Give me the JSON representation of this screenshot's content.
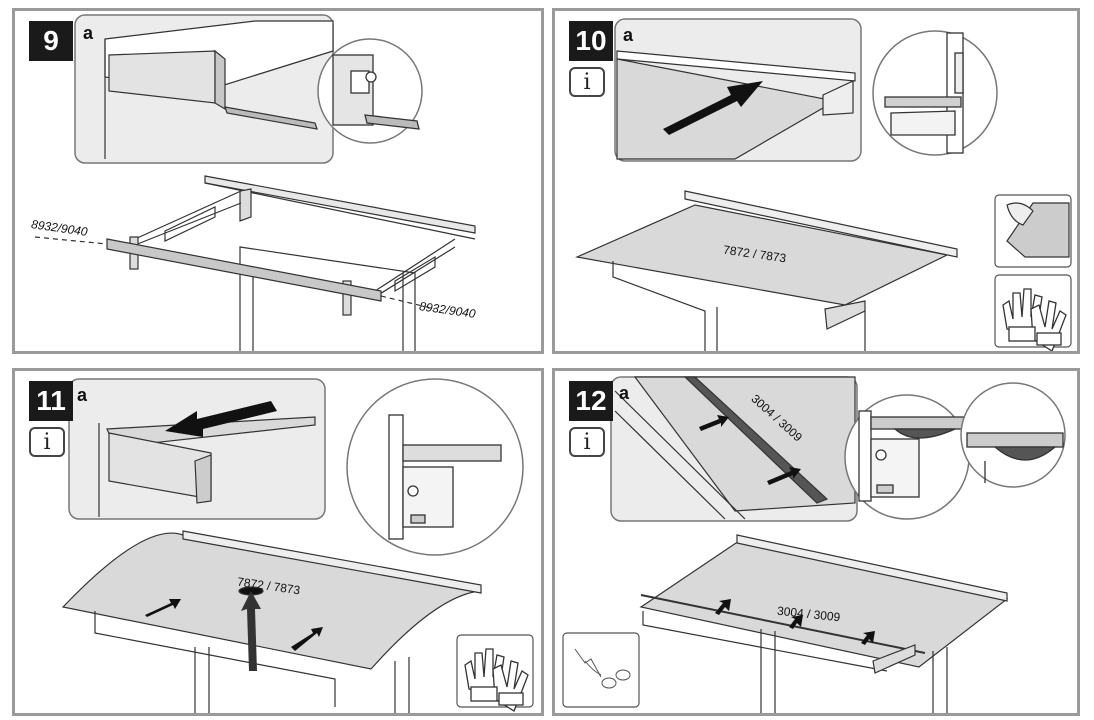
{
  "steps": [
    {
      "number": "9",
      "sub_label": "a",
      "has_info": false,
      "part_labels": [
        "8932/9040",
        "8932/9040"
      ]
    },
    {
      "number": "10",
      "sub_label": "a",
      "has_info": true,
      "part_labels": [
        "7872 / 7873"
      ]
    },
    {
      "number": "11",
      "sub_label": "a",
      "has_info": true,
      "part_labels": [
        "7872 / 7873"
      ]
    },
    {
      "number": "12",
      "sub_label": "a",
      "has_info": true,
      "part_labels": [
        "3004 / 3009",
        "3004 / 3009"
      ]
    }
  ],
  "info_glyph": "i",
  "icons": [
    "glove-icon",
    "glass-corner-icon",
    "suction-cup-icon"
  ],
  "colors": {
    "panel_border": "#9a9a9a",
    "badge": "#1a1a1a",
    "glass": "#d9d9d9",
    "inset_bg": "#ececec"
  }
}
